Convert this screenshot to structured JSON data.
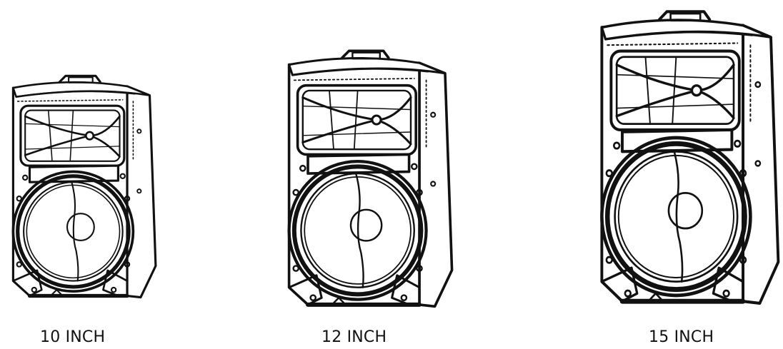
{
  "speakers": [
    {
      "label": "10 INCH"
    },
    {
      "label": "12 INCH"
    },
    {
      "label": "15 INCH"
    }
  ],
  "colors": {
    "ink": "#111111",
    "background": "#ffffff"
  }
}
